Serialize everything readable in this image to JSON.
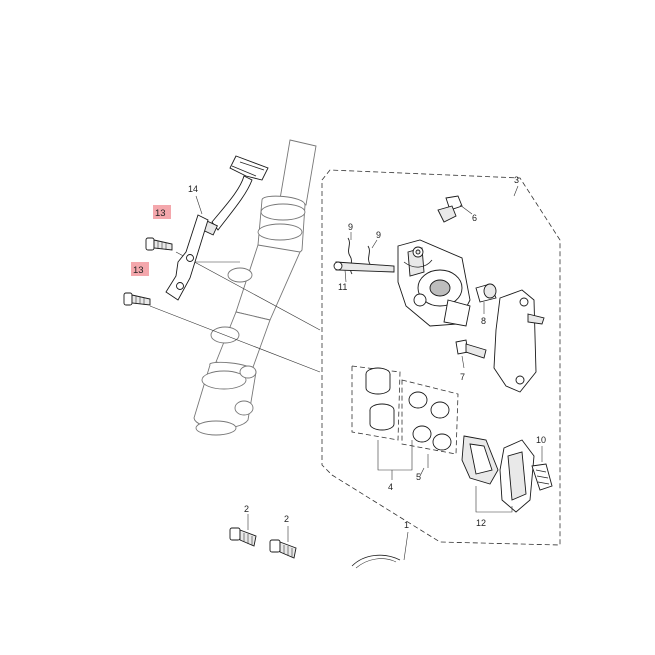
{
  "callouts": {
    "c1": "1",
    "c2a": "2",
    "c2b": "2",
    "c3": "3",
    "c4": "4",
    "c5": "5",
    "c6": "6",
    "c7": "7",
    "c8": "8",
    "c9a": "9",
    "c9b": "9",
    "c10": "10",
    "c11": "11",
    "c12": "12",
    "c13a": "13",
    "c13b": "13",
    "c14": "14"
  },
  "colors": {
    "highlight": "#f4a7ac",
    "line": "#222222"
  }
}
